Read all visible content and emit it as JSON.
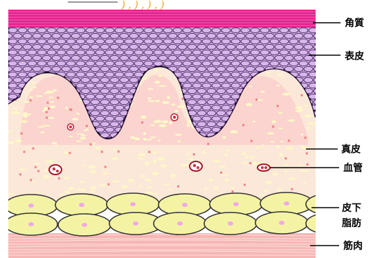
{
  "labels": {
    "stratum_corneum": "角質",
    "epidermis": "表皮",
    "dermis": "真皮",
    "blood_vessel": "血管",
    "subcutaneous_line1": "皮下",
    "subcutaneous_line2": "脂肪",
    "muscle": "筋肉"
  },
  "top_fragment": ") , ) , ) , )",
  "colors": {
    "stratum_corneum": "#e0218a",
    "epidermis_fill": "#c9a5dc",
    "epidermis_cell_stroke": "#3a1a55",
    "dermis": "#fce8d8",
    "dermal_papilla": "#fbd3cf",
    "fat_fill": "#f4f3a4",
    "fat_stroke": "#333333",
    "muscle": "#f6b7b4",
    "blood": "#d0303a"
  }
}
